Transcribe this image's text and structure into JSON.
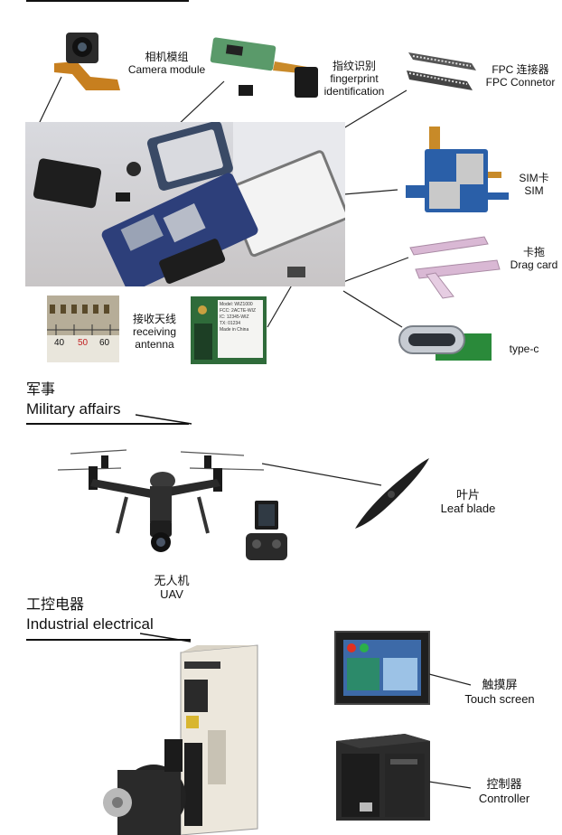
{
  "phone": {
    "camera": {
      "zh": "相机模组",
      "en": "Camera module"
    },
    "fingerprint": {
      "zh": "指纹识别",
      "en1": "fingerprint",
      "en2": "identification"
    },
    "fpc": {
      "zh": "FPC 连接器",
      "en": "FPC Connetor"
    },
    "sim": {
      "zh": "SIM卡",
      "en": "SIM"
    },
    "drag": {
      "zh": "卡拖",
      "en": "Drag card"
    },
    "antenna": {
      "zh": "接收天线",
      "en1": "receiving",
      "en2": "antenna"
    },
    "typec": {
      "en": "type-c"
    },
    "ruler": {
      "t1": "40",
      "t2": "50",
      "t3": "60"
    },
    "board_text": [
      "Model: WIZ1000",
      "FCC: 2ACTE-WIZ",
      "IC: 12345-WIZ",
      "TX: 01234",
      "Made in China"
    ]
  },
  "military": {
    "title_zh": "军事",
    "title_en": "Military affairs",
    "blade": {
      "zh": "叶片",
      "en": "Leaf blade"
    },
    "uav": {
      "zh": "无人机",
      "en": "UAV"
    }
  },
  "industrial": {
    "title_zh": "工控电器",
    "title_en": "Industrial electrical",
    "touch": {
      "zh": "触摸屏",
      "en": "Touch screen"
    },
    "controller": {
      "zh": "控制器",
      "en": "Controller"
    }
  },
  "colors": {
    "line": "#111111",
    "pcb": "#2a5fa8",
    "accent": "#e03020"
  }
}
